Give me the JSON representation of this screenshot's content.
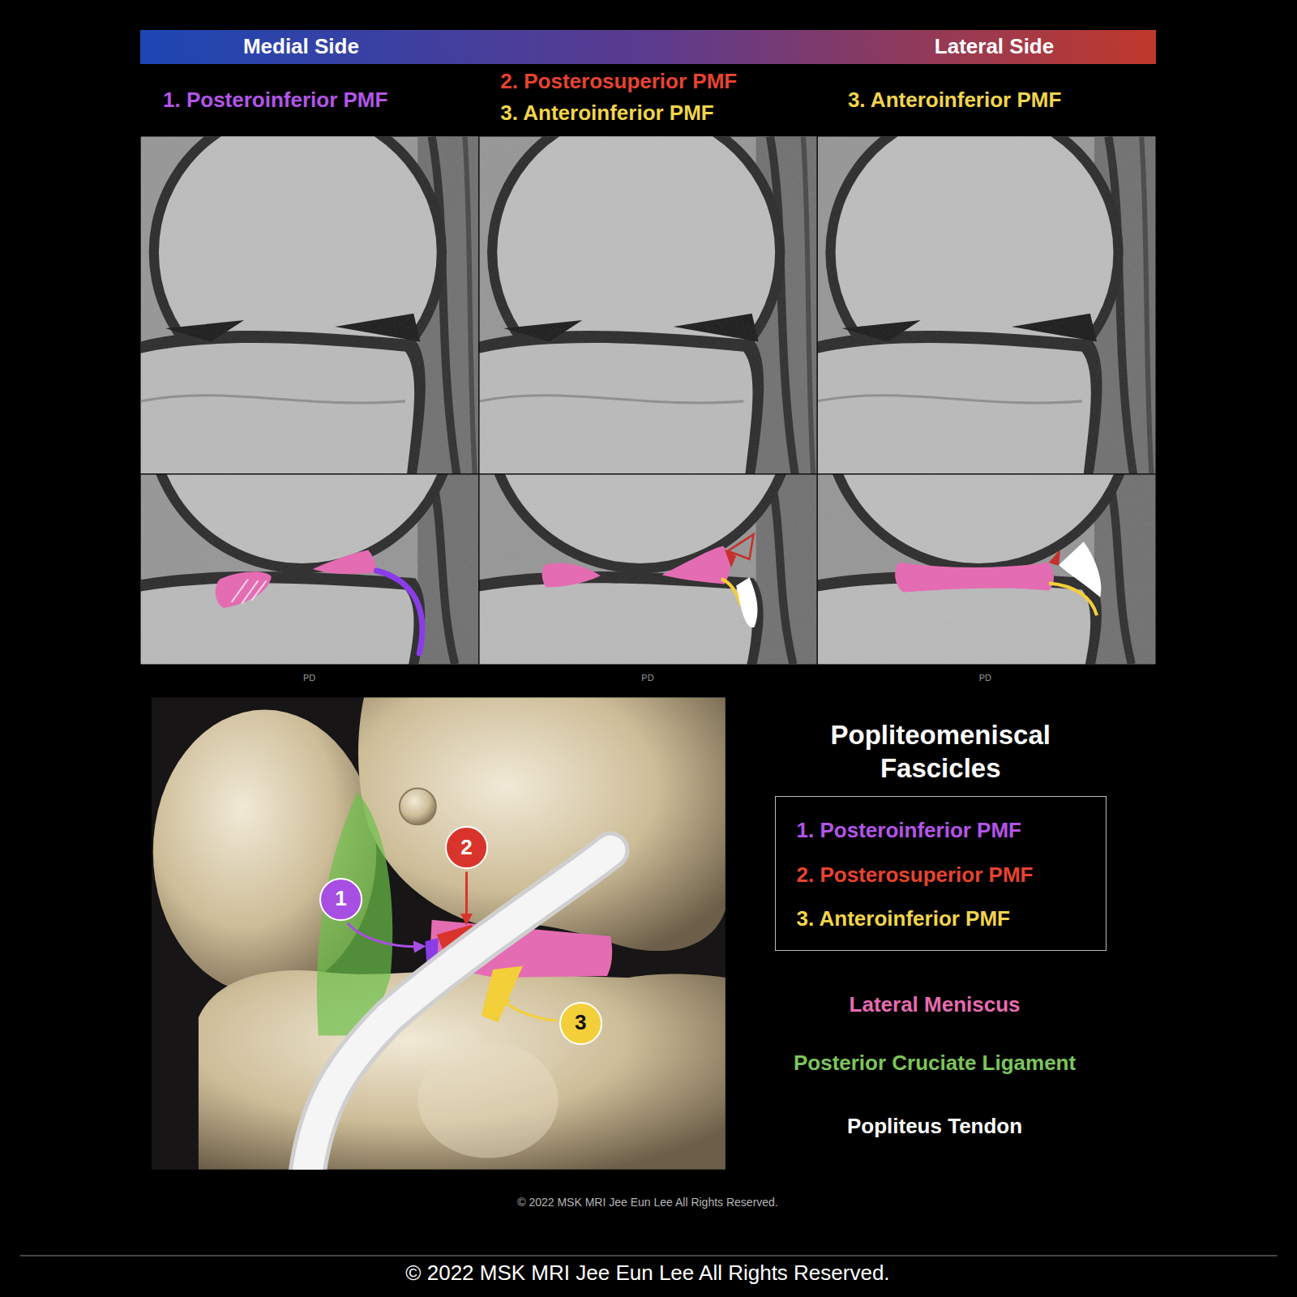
{
  "diagram": {
    "title": "Popliteomeniscal Fascicles",
    "nodes": [
      {
        "text": [
          "Medial Side",
          "Lateral Side"
        ]
      },
      {
        "text": [
          "1. Posteroinferior PMF",
          "2. Posterosuperior PMF",
          "3. Anteroinferior PMF"
        ]
      },
      {
        "text": [
          "1"
        ]
      },
      {
        "text": [
          "2"
        ]
      },
      {
        "text": [
          "3"
        ]
      }
    ],
    "labels": [
      "1. Posteroinferior PMF",
      "2. Posterosuperior PMF",
      "3. Anteroinferior PMF",
      "3. Anteroinferior PMF",
      "PD",
      "PD",
      "PD",
      "Lateral Meniscus",
      "Posterior Cruciate Ligament",
      "Popliteus Tendon",
      "© 2022 MSK MRI Jee Eun Lee All Rights Reserved.",
      "© 2022 MSK MRI Jee Eun Lee All Rights Reserved."
    ]
  }
}
